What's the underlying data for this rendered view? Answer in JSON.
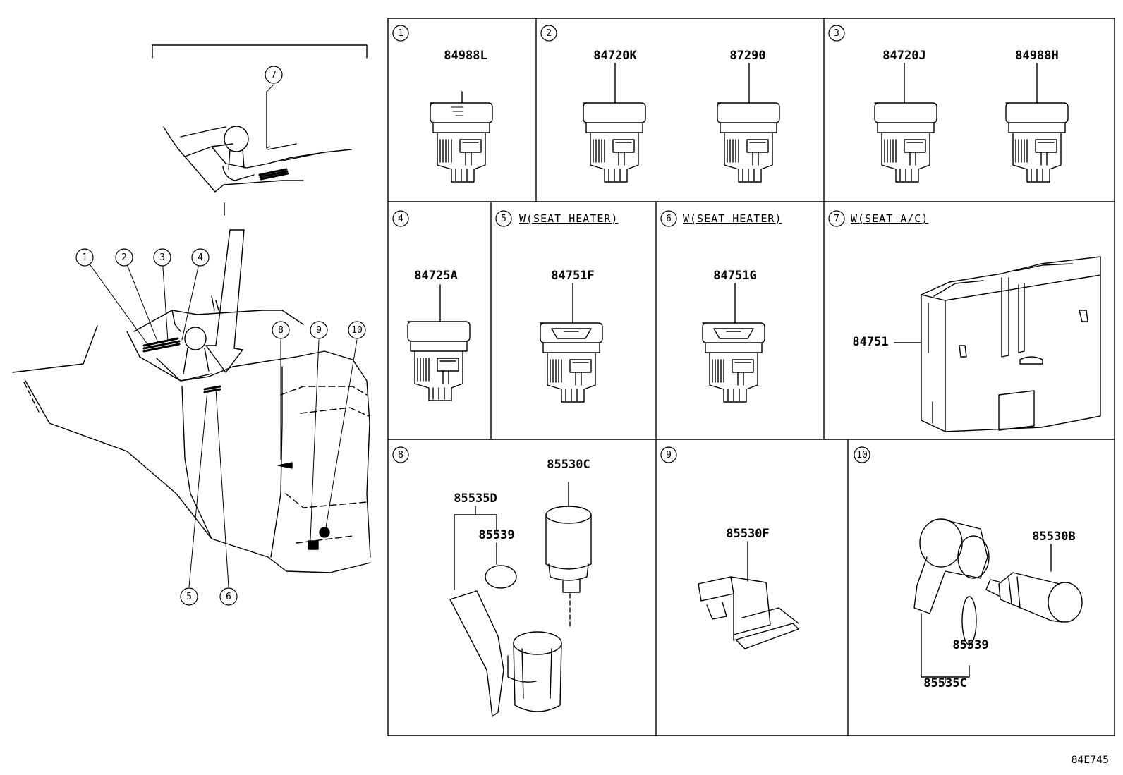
{
  "diagram_ref": "84E745",
  "overview_callouts": [
    "1",
    "2",
    "3",
    "4",
    "5",
    "6",
    "7",
    "8",
    "9",
    "10"
  ],
  "panels": [
    {
      "id": "1",
      "caption": "",
      "parts": [
        "84988L"
      ]
    },
    {
      "id": "2",
      "caption": "",
      "parts": [
        "84720K",
        "87290"
      ]
    },
    {
      "id": "3",
      "caption": "",
      "parts": [
        "84720J",
        "84988H"
      ]
    },
    {
      "id": "4",
      "caption": "",
      "parts": [
        "84725A"
      ]
    },
    {
      "id": "5",
      "caption": "W(SEAT HEATER)",
      "parts": [
        "84751F"
      ]
    },
    {
      "id": "6",
      "caption": "W(SEAT HEATER)",
      "parts": [
        "84751G"
      ]
    },
    {
      "id": "7",
      "caption": "W(SEAT A/C)",
      "parts": [
        "84751"
      ]
    },
    {
      "id": "8",
      "caption": "",
      "parts": [
        "85530C",
        "85535D",
        "85539"
      ]
    },
    {
      "id": "9",
      "caption": "",
      "parts": [
        "85530F"
      ]
    },
    {
      "id": "10",
      "caption": "",
      "parts": [
        "85530B",
        "85539",
        "85535C"
      ]
    }
  ]
}
